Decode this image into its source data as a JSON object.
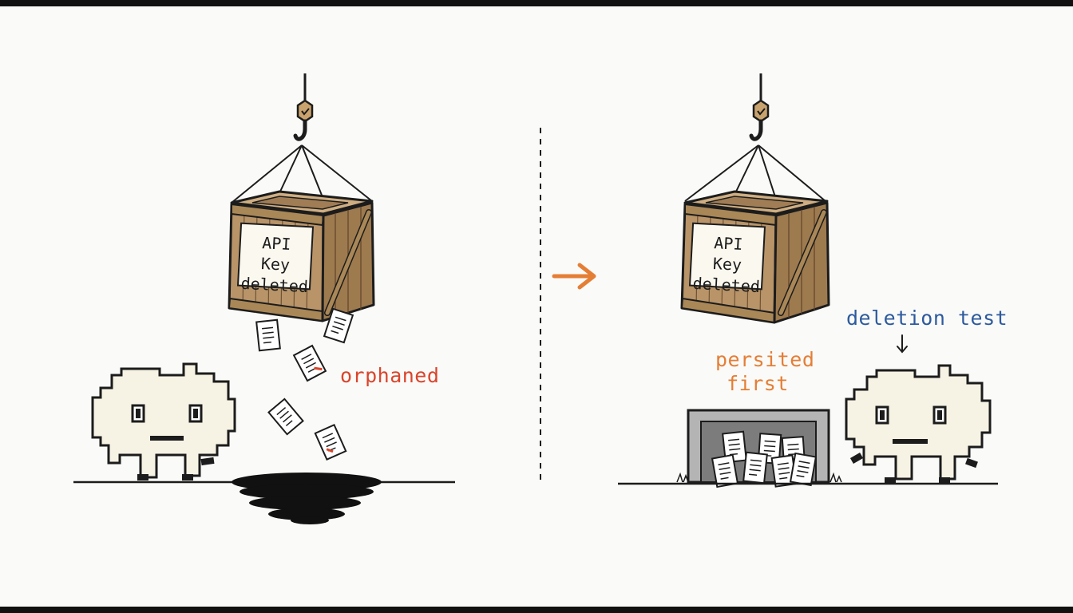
{
  "colors": {
    "background": "#fafaf8",
    "ink": "#1c1c1c",
    "wood": "#b89468",
    "wood_dark": "#8a6a45",
    "creature": "#f6f2e4",
    "orphaned": "#d9452b",
    "persisted": "#e57e35",
    "deletion_test": "#2d5a9e",
    "arrow": "#e57e35",
    "bin": "#9a9a9a"
  },
  "left_panel": {
    "crate_text_line1": "API Key",
    "crate_text_line2": "deleted",
    "annotation": "orphaned"
  },
  "right_panel": {
    "crate_text_line1": "API Key",
    "crate_text_line2": "deleted",
    "annotation_bin_line1": "persited",
    "annotation_bin_line2": "first",
    "annotation_test": "deletion test"
  },
  "icons": {
    "transition": "arrow-right-icon",
    "hook": "crane-hook-icon",
    "document": "document-icon"
  }
}
